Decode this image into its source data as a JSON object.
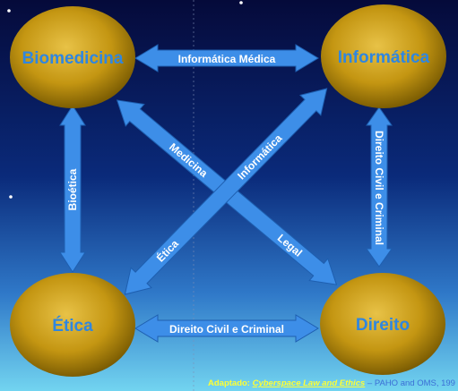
{
  "nodes": {
    "biomedicina": "Biomedicina",
    "informatica": "Informática",
    "etica": "Ética",
    "direito": "Direito"
  },
  "arrows": {
    "top": "Informática  Médica",
    "bottom": "Direito Civil e Criminal",
    "left": "Bioética",
    "right": "Direito Civil e Criminal",
    "diag_medicina": "Medicina",
    "diag_legal": "Legal",
    "diag_informatica": "Informática",
    "diag_etica": "Ética"
  },
  "credit": {
    "prefix": "Adaptado:",
    "title": "Cyberspace Law and Ethics",
    "rest": "– PAHO and OMS,  199"
  },
  "colors": {
    "arrow": "#3d8ee8",
    "node_text": "#2f86e0",
    "bg_top": "#050a3a",
    "bg_bottom": "#6fd0f0"
  }
}
